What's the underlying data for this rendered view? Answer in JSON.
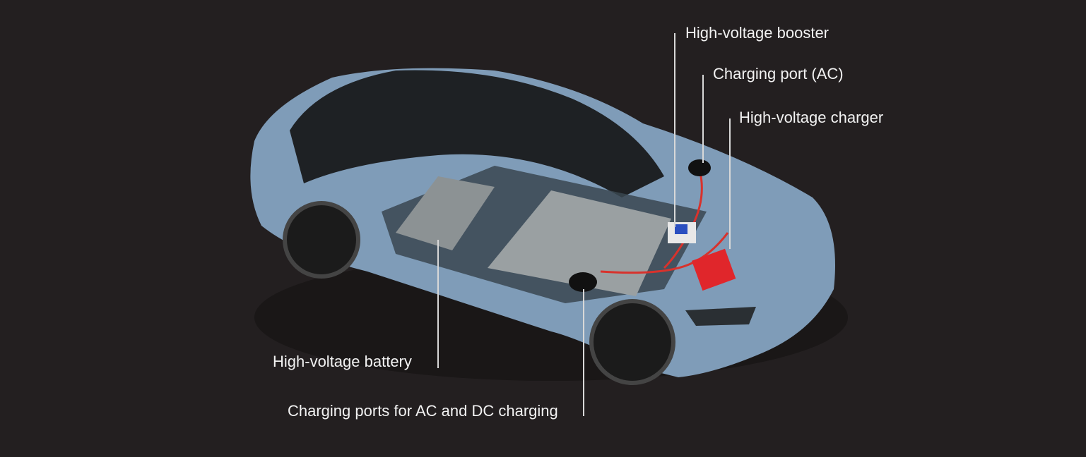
{
  "labels": {
    "booster": "High-voltage booster",
    "port_ac": "Charging port (AC)",
    "charger": "High-voltage charger",
    "battery": "High-voltage battery",
    "ports_ac_dc": "Charging ports for AC and DC charging"
  },
  "colors": {
    "background": "#231f20",
    "body": "#7f9cb8",
    "battery": "#9aa0a2",
    "cables": "#d8322c",
    "charger": "#e0262b"
  }
}
